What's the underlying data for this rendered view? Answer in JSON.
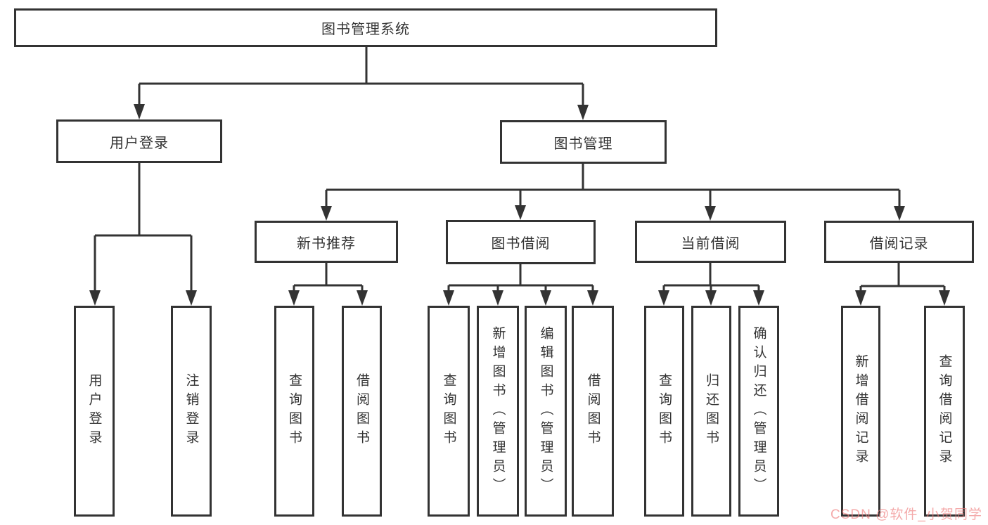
{
  "diagram_title": "图书管理系统",
  "tree": {
    "label": "图书管理系统",
    "children": [
      {
        "label": "用户登录",
        "children": [
          {
            "label": "用户登录"
          },
          {
            "label": "注销登录"
          }
        ]
      },
      {
        "label": "图书管理",
        "children": [
          {
            "label": "新书推荐",
            "children": [
              {
                "label": "查询图书"
              },
              {
                "label": "借阅图书"
              }
            ]
          },
          {
            "label": "图书借阅",
            "children": [
              {
                "label": "查询图书"
              },
              {
                "label": "新增图书（管理员）"
              },
              {
                "label": "编辑图书（管理员）"
              },
              {
                "label": "借阅图书"
              }
            ]
          },
          {
            "label": "当前借阅",
            "children": [
              {
                "label": "查询图书"
              },
              {
                "label": "归还图书"
              },
              {
                "label": "确认归还（管理员）"
              }
            ]
          },
          {
            "label": "借阅记录",
            "children": [
              {
                "label": "新增借阅记录"
              },
              {
                "label": "查询借阅记录"
              }
            ]
          }
        ]
      }
    ]
  },
  "watermark": {
    "text": "CSDN @软件_小贺同学",
    "color": "#ee7d7d"
  },
  "colors": {
    "border": "#333333",
    "line": "#333333",
    "text": "#333333",
    "background": "#ffffff"
  }
}
